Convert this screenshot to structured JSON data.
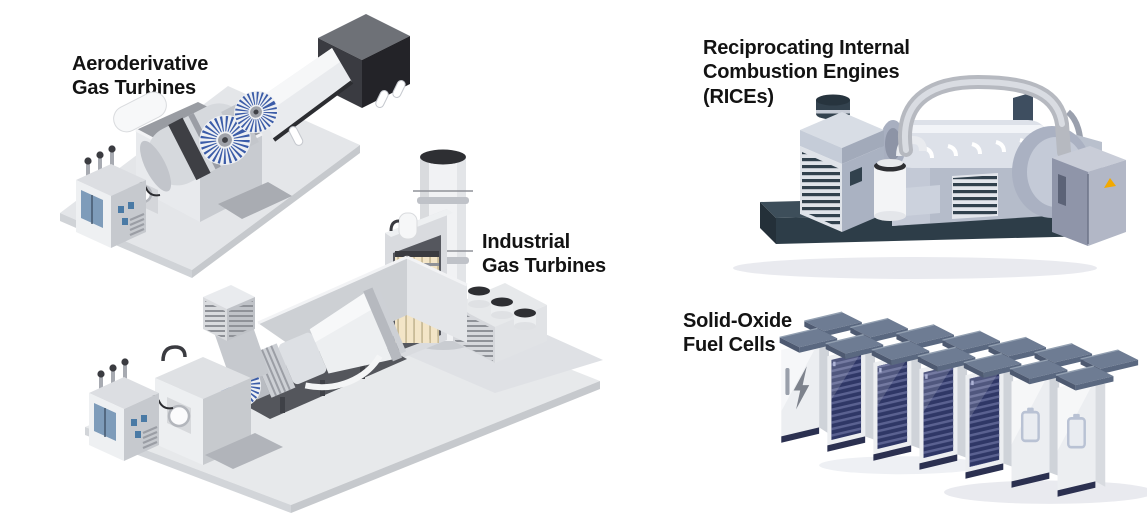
{
  "figure": {
    "background": "#ffffff",
    "items": [
      {
        "id": "aeroderivative-gas-turbines",
        "label_lines": [
          "Aeroderivative",
          "Gas Turbines"
        ],
        "alt": "isometric aeroderivative gas turbine unit with transformer box, bladed turbine core and dark air-intake housing"
      },
      {
        "id": "industrial-gas-turbines",
        "label_lines": [
          "Industrial",
          "Gas Turbines"
        ],
        "alt": "isometric industrial gas turbine hall with transformer, generator, open turbine enclosure, filter house, silencers and exhaust stack"
      },
      {
        "id": "reciprocating-internal-combustion-engines",
        "label_lines": [
          "Reciprocating Internal",
          "Combustion Engines",
          "(RICEs)"
        ],
        "alt": "reciprocating engine generator set on dark skid with radiator, overhead pipe and control cabinet"
      },
      {
        "id": "solid-oxide-fuel-cells",
        "label_lines": [
          "Solid-Oxide",
          "Fuel Cells"
        ],
        "alt": "row of solid-oxide fuel cell cabinets with slate tops, vented navy doors, lightning-bolt and battery icons"
      }
    ],
    "palette": {
      "text": "#131313",
      "fan_blade_blue": "#3b5ca8",
      "door_steel_blue": "#7e9cba",
      "warning_yellow": "#f2a900",
      "vent_navy": "#2f3766",
      "cabinet_top_slate": "#6e7c93",
      "skid_slate": "#35444f",
      "filter_cream": "#f3e5c7",
      "bolt_gray": "#7d828c",
      "shadow": "#e9eaef",
      "platform_gray": "#e4e6e9",
      "dark_charcoal": "#2b2c31"
    }
  }
}
